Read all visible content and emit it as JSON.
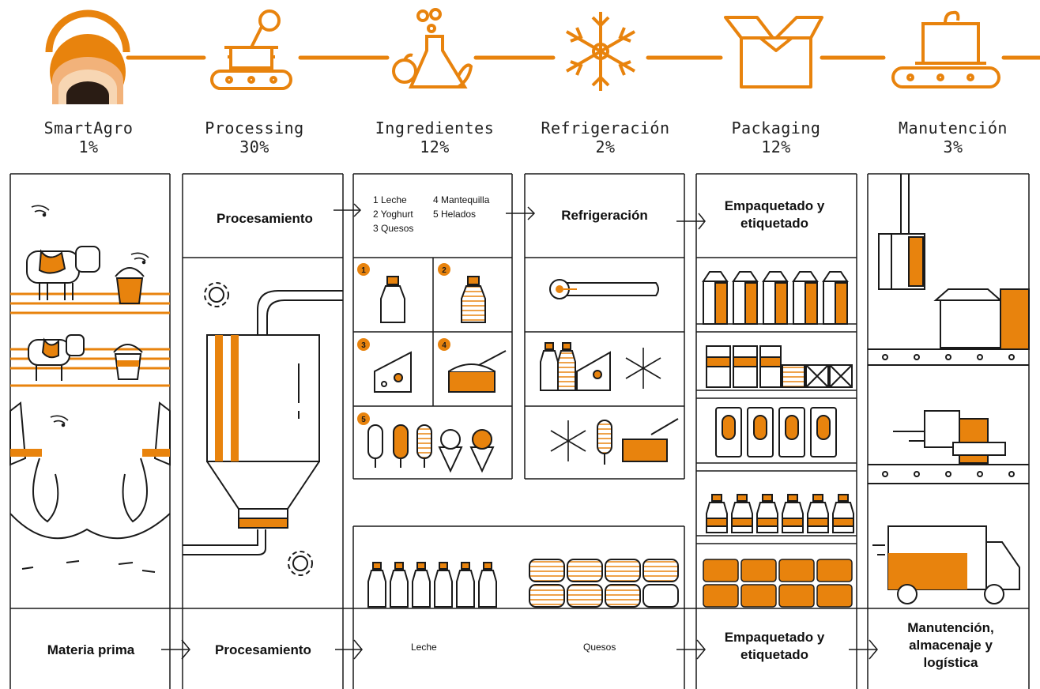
{
  "colors": {
    "accent": "#e8830d",
    "ink": "#1a1a1a",
    "background": "#ffffff"
  },
  "top_row": [
    {
      "name": "SmartAgro",
      "percent": "1%",
      "icon": "smartagro-logo-icon"
    },
    {
      "name": "Processing",
      "percent": "30%",
      "icon": "processing-pot-conveyor-icon"
    },
    {
      "name": "Ingredientes",
      "percent": "12%",
      "icon": "ingredients-flask-icon"
    },
    {
      "name": "Refrigeración",
      "percent": "2%",
      "icon": "snowflake-icon"
    },
    {
      "name": "Packaging",
      "percent": "12%",
      "icon": "box-icon"
    },
    {
      "name": "Manutención",
      "percent": "3%",
      "icon": "conveyor-box-icon"
    }
  ],
  "panels": {
    "processing_top": "Procesamiento",
    "ingredients_list": [
      "1 Leche",
      "2 Yoghurt",
      "3 Quesos",
      "4 Mantequilla",
      "5 Helados"
    ],
    "refrigeration_top": "Refrigeración",
    "packaging_top": "Empaquetado y etiquetado",
    "ingredient_badges": [
      "1",
      "2",
      "3",
      "4",
      "5"
    ]
  },
  "bottom_row": {
    "materia": "Materia prima",
    "procesamiento": "Procesamiento",
    "leche": "Leche",
    "quesos": "Quesos",
    "empaquetado": "Empaquetado y etiquetado",
    "manutencion": "Manutención, almacenaje y logística"
  }
}
